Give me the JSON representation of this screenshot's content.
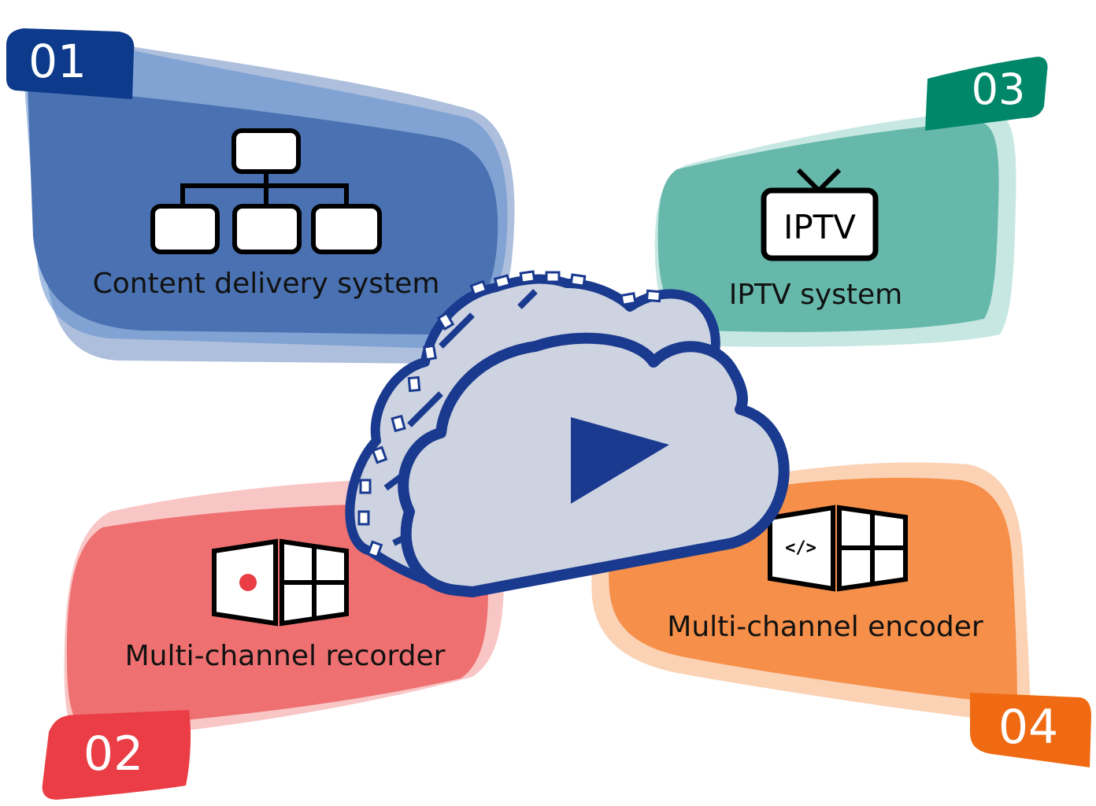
{
  "panels": [
    {
      "number": "01",
      "label": "Content delivery system",
      "icon": "hierarchy-icon",
      "color": "#4a72b2",
      "badge_color": "#0d3a8a"
    },
    {
      "number": "02",
      "label": "Multi-channel recorder",
      "icon": "recorder-icon",
      "color": "#ee7070",
      "badge_color": "#ea3d45"
    },
    {
      "number": "03",
      "label": "IPTV system",
      "icon": "tv-icon",
      "icon_text": "IPTV",
      "color": "#66b8ab",
      "badge_color": "#00876a"
    },
    {
      "number": "04",
      "label": "Multi-channel encoder",
      "icon": "encoder-icon",
      "icon_text": "</>",
      "color": "#f58f49",
      "badge_color": "#ef6a12"
    }
  ],
  "center": {
    "icon": "cloud-video-icon",
    "accent": "#1a3a8f",
    "fill": "#cdd3e0"
  }
}
